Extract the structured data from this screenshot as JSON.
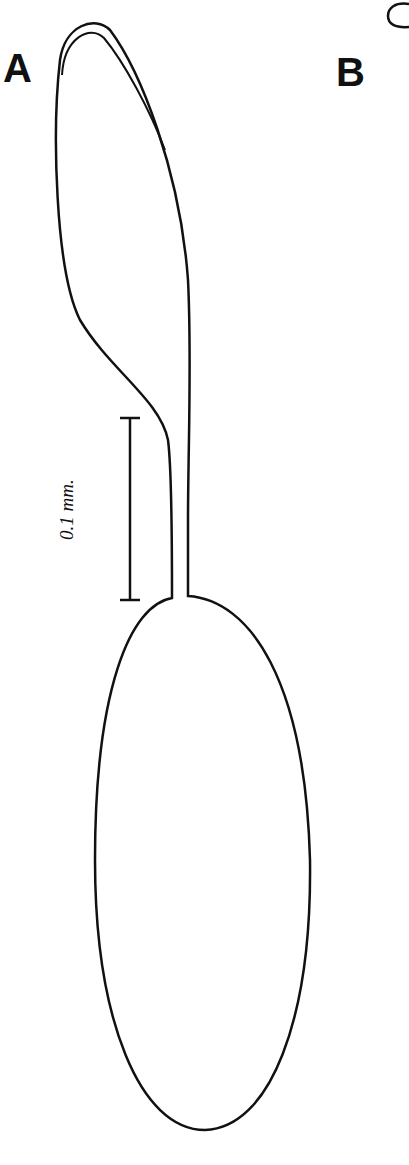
{
  "diagram": {
    "labels": [
      "A",
      "B",
      "0.1 mm."
    ]
  }
}
